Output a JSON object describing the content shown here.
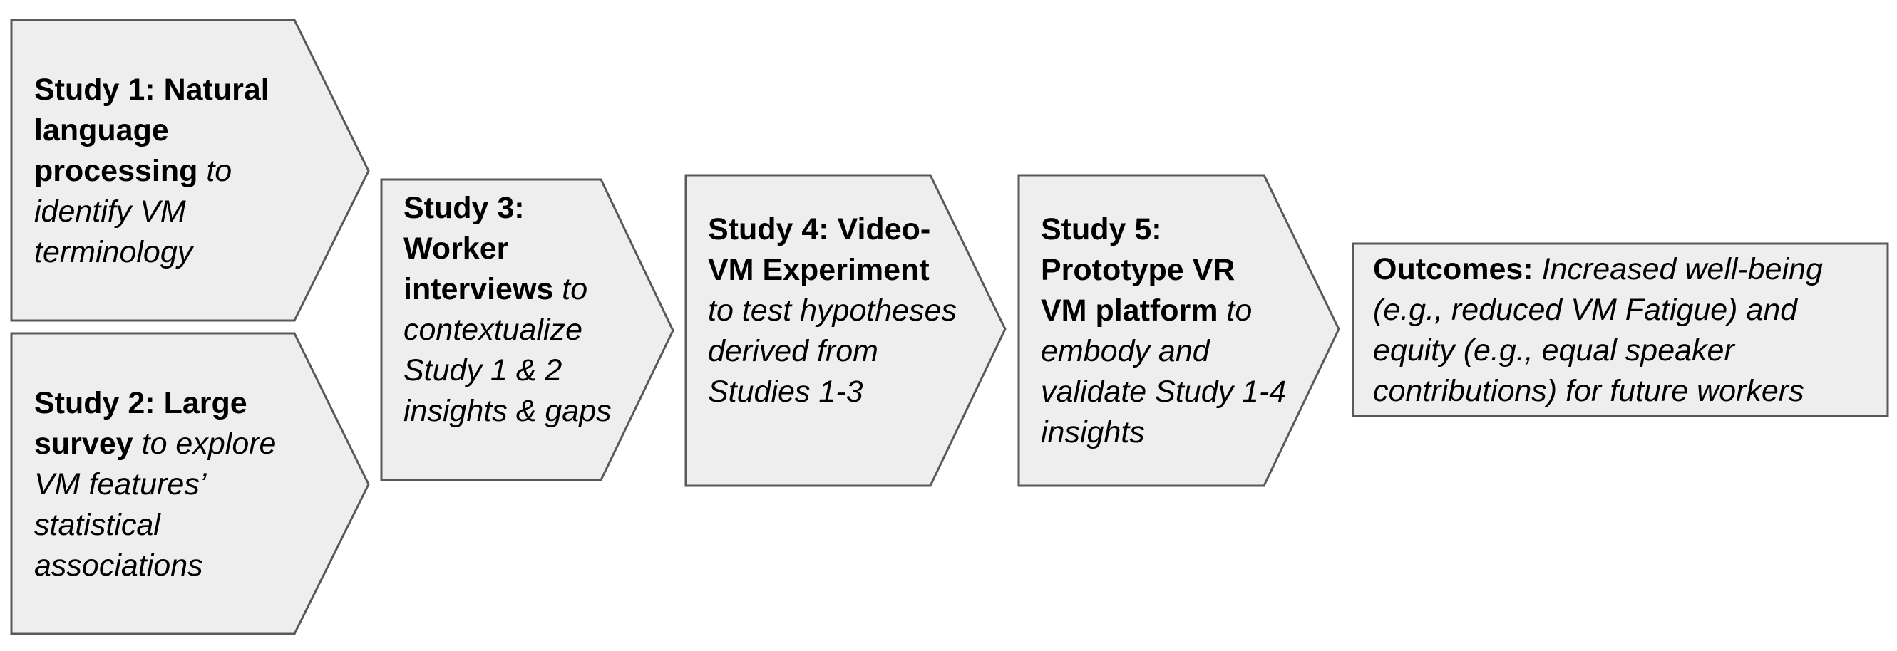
{
  "steps": {
    "study1": {
      "title": "Study 1: Natural language processing",
      "desc": "to identify VM terminology"
    },
    "study2": {
      "title": "Study 2: Large survey",
      "desc": "to explore VM features’ statistical associations"
    },
    "study3": {
      "title": "Study 3: Worker interviews",
      "desc": "to contextualize Study 1 & 2 insights & gaps"
    },
    "study4": {
      "title": "Study 4: Video-VM Experiment",
      "desc": "to test hypotheses derived from Studies 1-3"
    },
    "study5": {
      "title": "Study 5: Prototype VR VM platform",
      "desc": "to embody and validate Study 1-4 insights"
    },
    "outcomes": {
      "title": "Outcomes:",
      "desc": "Increased well-being (e.g., reduced VM Fatigue) and equity (e.g., equal speaker contributions) for future workers"
    }
  },
  "colors": {
    "shape_fill": "#eeeeee",
    "shape_stroke": "#595959",
    "text": "#000000"
  }
}
